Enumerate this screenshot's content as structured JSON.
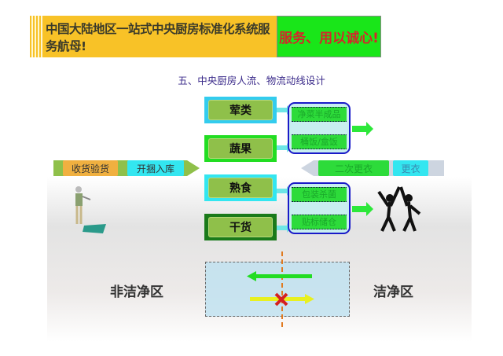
{
  "header": {
    "title": "中国大陆地区一站式中央厨房标准化系统服务航母!",
    "slogan": "服务、用以诚心!"
  },
  "subtitle": "五、中央厨房人流、物流动线设计",
  "categories": [
    {
      "label": "荤类"
    },
    {
      "label": "蔬果"
    },
    {
      "label": "熟食"
    },
    {
      "label": "干货"
    }
  ],
  "process": [
    {
      "top": "净菜半成品",
      "bottom": "桶饭/盒饭"
    },
    {
      "top": "包装杀菌",
      "bottom": "贴标储仓"
    }
  ],
  "flow": {
    "receive": "收货验货",
    "store": "开捆入库",
    "change2": "二次更衣",
    "change": "更衣"
  },
  "zones": {
    "dirty": "非洁净区",
    "clean": "洁净区"
  },
  "colors": {
    "header": "#f8c227",
    "slogan_bg": "#19e619",
    "slogan_text": "#d4262a"
  }
}
